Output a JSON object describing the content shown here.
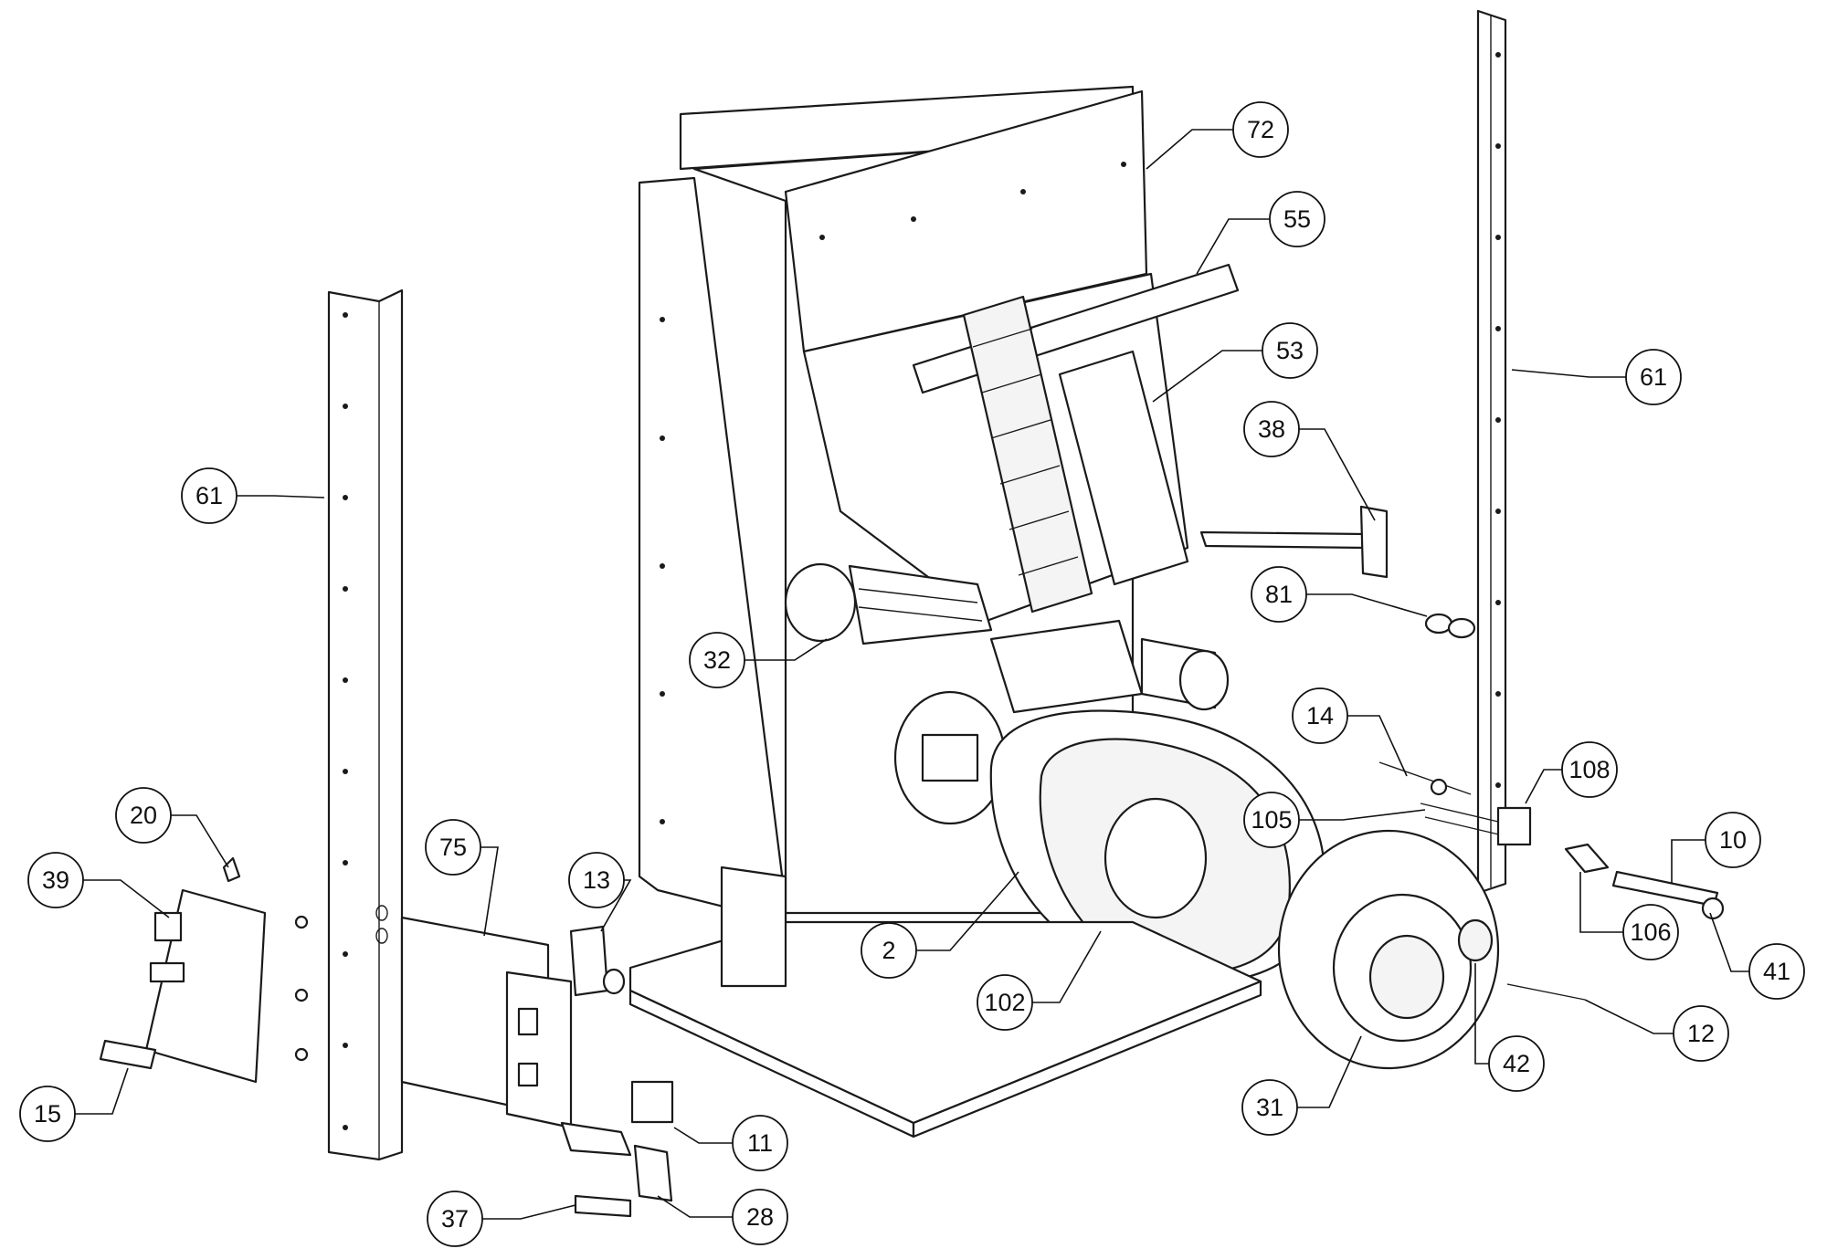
{
  "diagram": {
    "callouts": [
      {
        "label": "72"
      },
      {
        "label": "55"
      },
      {
        "label": "53"
      },
      {
        "label": "38"
      },
      {
        "label": "81"
      },
      {
        "label": "61"
      },
      {
        "label": "61"
      },
      {
        "label": "32"
      },
      {
        "label": "14"
      },
      {
        "label": "108"
      },
      {
        "label": "105"
      },
      {
        "label": "10"
      },
      {
        "label": "106"
      },
      {
        "label": "41"
      },
      {
        "label": "12"
      },
      {
        "label": "42"
      },
      {
        "label": "31"
      },
      {
        "label": "2"
      },
      {
        "label": "102"
      },
      {
        "label": "20"
      },
      {
        "label": "39"
      },
      {
        "label": "15"
      },
      {
        "label": "75"
      },
      {
        "label": "13"
      },
      {
        "label": "11"
      },
      {
        "label": "28"
      },
      {
        "label": "37"
      }
    ]
  }
}
